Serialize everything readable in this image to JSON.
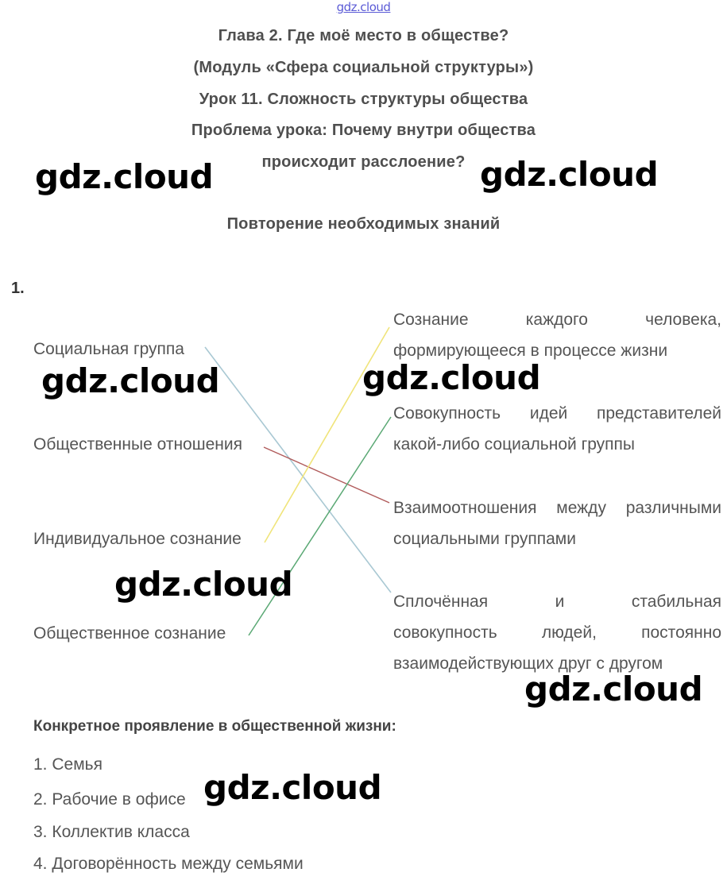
{
  "watermark_top": "gdz.cloud",
  "watermark": "gdz.cloud",
  "header": {
    "chapter": "Глава 2. Где моё место в обществе?",
    "module": "(Модуль «Сфера социальной структуры»)",
    "lesson": "Урок 11. Сложность структуры общества",
    "problem_line1": "Проблема урока: Почему внутри общества",
    "problem_line2": "происходит расслоение?",
    "section": "Повторение необходимых знаний"
  },
  "task": {
    "number": "1.",
    "terms": [
      "Социальная группа",
      "Общественные отношения",
      "Индивидуальное сознание",
      "Общественное сознание"
    ],
    "definitions": [
      {
        "line1": "Сознание каждого человека,",
        "line2": "формирующееся в процессе жизни"
      },
      {
        "line1": "Совокупность идей представителей",
        "line2": "какой-либо социальной группы"
      },
      {
        "line1": "Взаимоотношения между различными",
        "line2": "социальными группами"
      },
      {
        "line1": "Сплочённая и стабильная",
        "line2": "совокупность людей, постоянно",
        "line3": "взаимодействующих друг с другом"
      }
    ],
    "line_colors": {
      "social_group": "#a9c8d3",
      "relations": "#b05a5a",
      "individual": "#f0e47a",
      "public": "#5aa874"
    }
  },
  "examples": {
    "heading": "Конкретное проявление в общественной жизни:",
    "items": [
      "1. Семья",
      "2. Рабочие в офисе",
      "3. Коллектив класса",
      "4. Договорённость между семьями"
    ]
  }
}
